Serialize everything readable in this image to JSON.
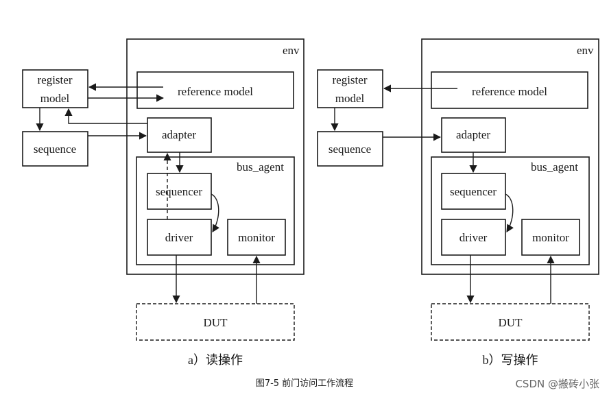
{
  "labels": {
    "env": "env",
    "register_model_line1": "register",
    "register_model_line2": "model",
    "reference_model": "reference model",
    "adapter": "adapter",
    "sequence": "sequence",
    "bus_agent": "bus_agent",
    "sequencer": "sequencer",
    "driver": "driver",
    "monitor": "monitor",
    "dut": "DUT"
  },
  "captions": {
    "a": "a）读操作",
    "b": "b）写操作"
  },
  "figure_caption": "图7-5   前门访问工作流程",
  "watermark": "CSDN @搬砖小张"
}
